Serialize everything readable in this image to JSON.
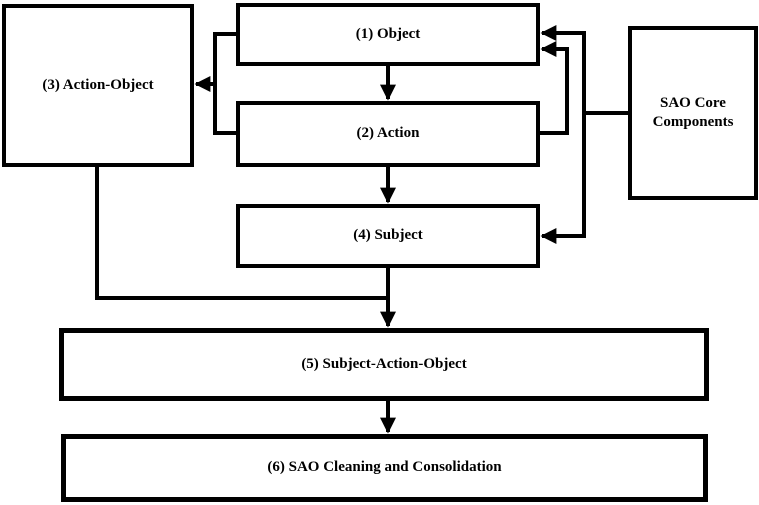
{
  "figure": {
    "type": "flowchart",
    "background_color": "#ffffff",
    "stroke_color": "#000000",
    "boxes": {
      "object": {
        "label": "(1) Object"
      },
      "action": {
        "label": "(2) Action"
      },
      "action_object": {
        "label": "(3) Action-Object"
      },
      "subject": {
        "label": "(4) Subject"
      },
      "subject_action_object": {
        "label": "(5) Subject-Action-Object"
      },
      "sao_cleaning_consolidation": {
        "label": "(6) SAO Cleaning and Consolidation"
      },
      "sao_core_components": {
        "label": "SAO Core Components"
      }
    },
    "connections": [
      {
        "from": "object",
        "to": "action",
        "style": "arrow-down"
      },
      {
        "from": "action",
        "to": "subject",
        "style": "arrow-down"
      },
      {
        "from": "object_and_action",
        "to": "action_object",
        "style": "merged-bracket-arrow-left"
      },
      {
        "from": "action",
        "to": "object",
        "style": "feedback-arrow-up-left"
      },
      {
        "from": "sao_core_components",
        "to": "object",
        "style": "arrow-left"
      },
      {
        "from": "sao_core_components",
        "to": "subject",
        "style": "arrow-left"
      },
      {
        "from": "action_object",
        "to": "subject_action_object",
        "style": "elbow-join"
      },
      {
        "from": "subject",
        "to": "subject_action_object",
        "style": "arrow-down"
      },
      {
        "from": "subject_action_object",
        "to": "sao_cleaning_consolidation",
        "style": "arrow-down"
      }
    ]
  }
}
